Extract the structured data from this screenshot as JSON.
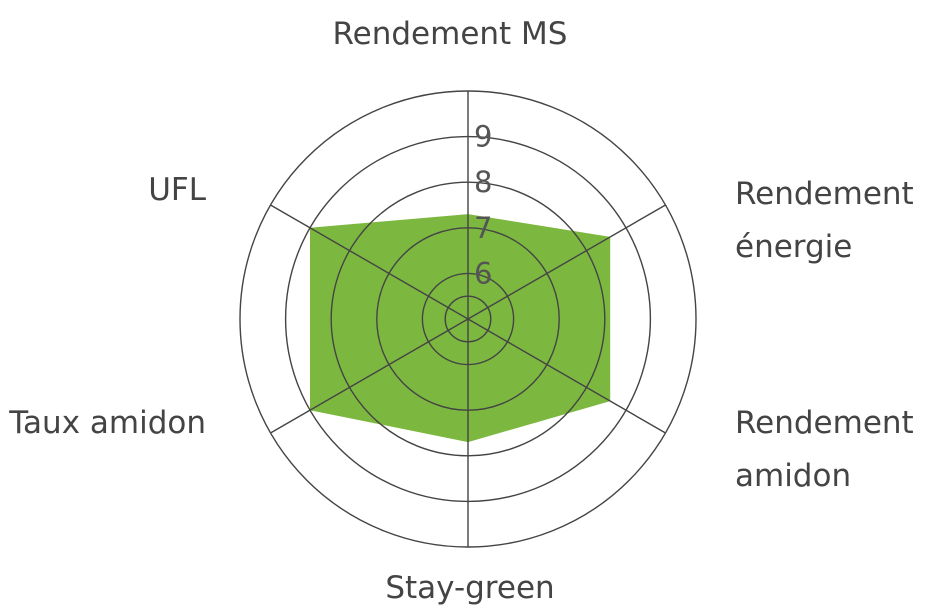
{
  "chart_data": {
    "type": "radar",
    "axes": [
      {
        "lines": [
          "Rendement MS"
        ]
      },
      {
        "lines": [
          "Rendement",
          "énergie"
        ]
      },
      {
        "lines": [
          "Rendement",
          "amidon"
        ]
      },
      {
        "lines": [
          "Stay-green"
        ]
      },
      {
        "lines": [
          "Taux amidon"
        ]
      },
      {
        "lines": [
          "UFL"
        ]
      }
    ],
    "ticks": [
      6,
      7,
      8,
      9
    ],
    "range": [
      5,
      10
    ],
    "series": [
      {
        "values": [
          7.3,
          8.6,
          8.6,
          7.7,
          9.0,
          9.0
        ],
        "color": "#7cb840"
      }
    ],
    "grid": true,
    "legend": "none"
  }
}
